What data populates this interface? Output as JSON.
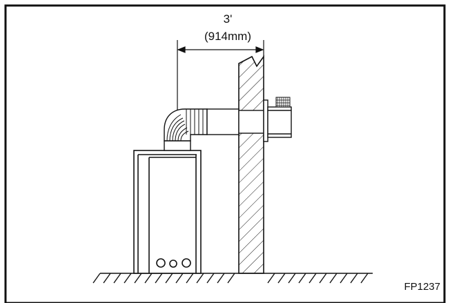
{
  "diagram": {
    "dimension_feet": "3'",
    "dimension_mm": "(914mm)",
    "figure_code": "FP1237",
    "line_color": "#111111",
    "background_color": "#ffffff"
  }
}
